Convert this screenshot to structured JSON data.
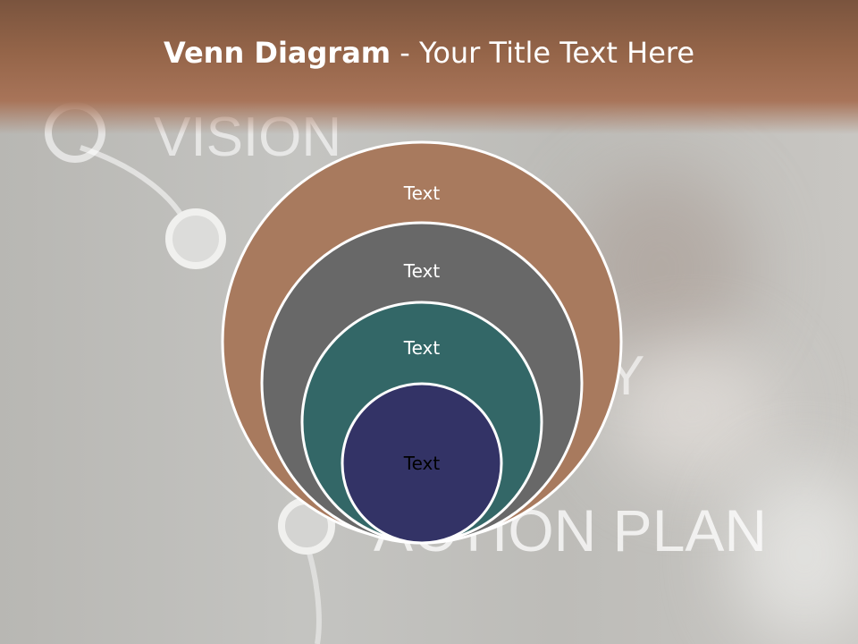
{
  "slide": {
    "title_bold": "Venn Diagram",
    "title_rest": " - Your Title Text Here"
  },
  "background": {
    "words": [
      "VISION",
      "Y",
      "ACTION PLAN"
    ]
  },
  "diagram": {
    "circles": [
      {
        "label": "Text",
        "color": "#a87a5e"
      },
      {
        "label": "Text",
        "color": "#686868"
      },
      {
        "label": "Text",
        "color": "#336767"
      },
      {
        "label": "Text",
        "color": "#333366"
      }
    ],
    "border_color": "#ffffff"
  }
}
